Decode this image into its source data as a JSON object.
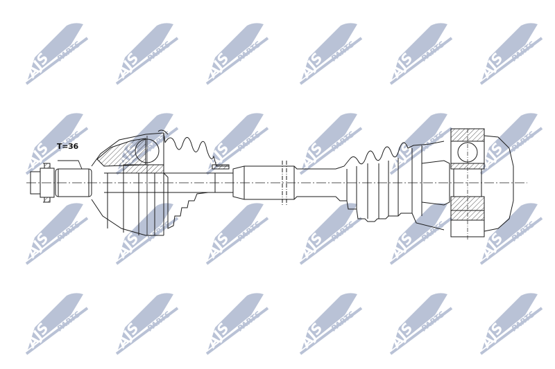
{
  "image": {
    "subject": "Drive shaft (CV axle) technical line drawing",
    "background": "#ffffff",
    "line_color": "#1a1a1a"
  },
  "watermark": {
    "brand": "AJS",
    "sub": "PARTS",
    "color": "#b9c2d6",
    "columns_x": [
      30,
      160,
      290,
      425,
      555,
      685
    ],
    "rows_y": [
      25,
      155,
      285,
      415
    ]
  },
  "annotations": {
    "teeth_label": "T=36"
  }
}
